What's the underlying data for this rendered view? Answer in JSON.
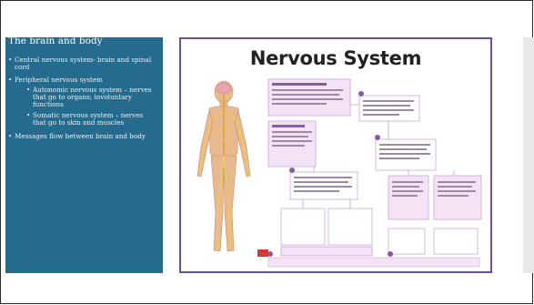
{
  "slide": {
    "title": "The brain and  body",
    "bullets": {
      "b1": "Central nervous system- brain and spinal cord",
      "b2": "Peripheral nervous system",
      "b2a": "Autonomic nervous system – nerves that go to organs; involuntary functions",
      "b2b": "Somatic nervous system – nerves that go to skin and muscles",
      "b3": "Messages flow between brain and body"
    }
  },
  "figure": {
    "title": "Nervous System"
  },
  "colors": {
    "left_panel": "#256b8e",
    "figure_border": "#6c4ea3",
    "body_tone": "#e8b98f",
    "nerve": "#f2d24a",
    "box_border": "#c49bd6"
  }
}
